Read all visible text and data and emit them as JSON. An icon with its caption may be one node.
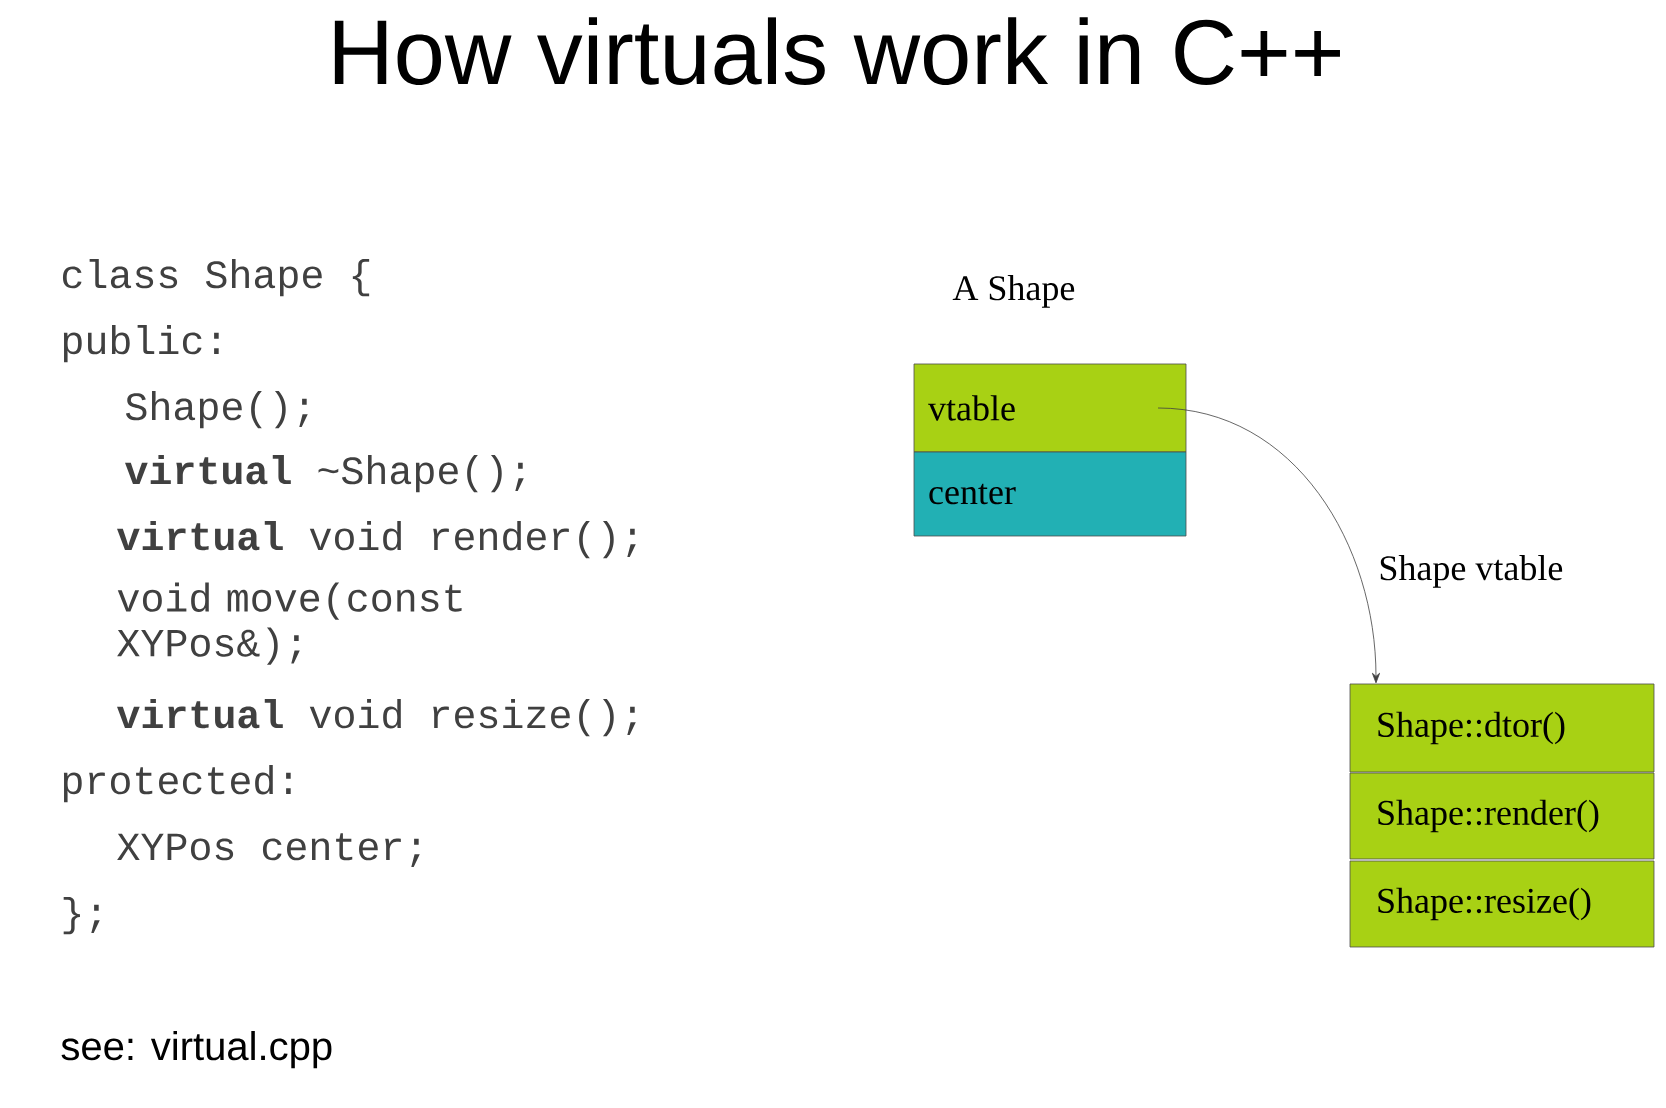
{
  "diagram": {
    "title": "How virtuals work in C++",
    "nodes": [
      {
        "text": [
          "vtable"
        ]
      },
      {
        "text": [
          "center"
        ]
      },
      {
        "text": [
          "Shape::dtor()"
        ]
      },
      {
        "text": [
          "Shape::render()"
        ]
      },
      {
        "text": [
          "Shape::resize()"
        ]
      }
    ],
    "edges": [
      {
        "from": 0,
        "to": 2,
        "arrow": "to"
      }
    ],
    "labels": [
      "class Shape {",
      "public:",
      "Shape();",
      "**virtual** ~Shape();",
      "**virtual** void render();",
      "void move(const XYPos&);",
      "**virtual** void resize();",
      "protected:",
      "XYPos center;",
      "};",
      "A Shape",
      "Shape vtable",
      "see: virtual.cpp"
    ]
  }
}
